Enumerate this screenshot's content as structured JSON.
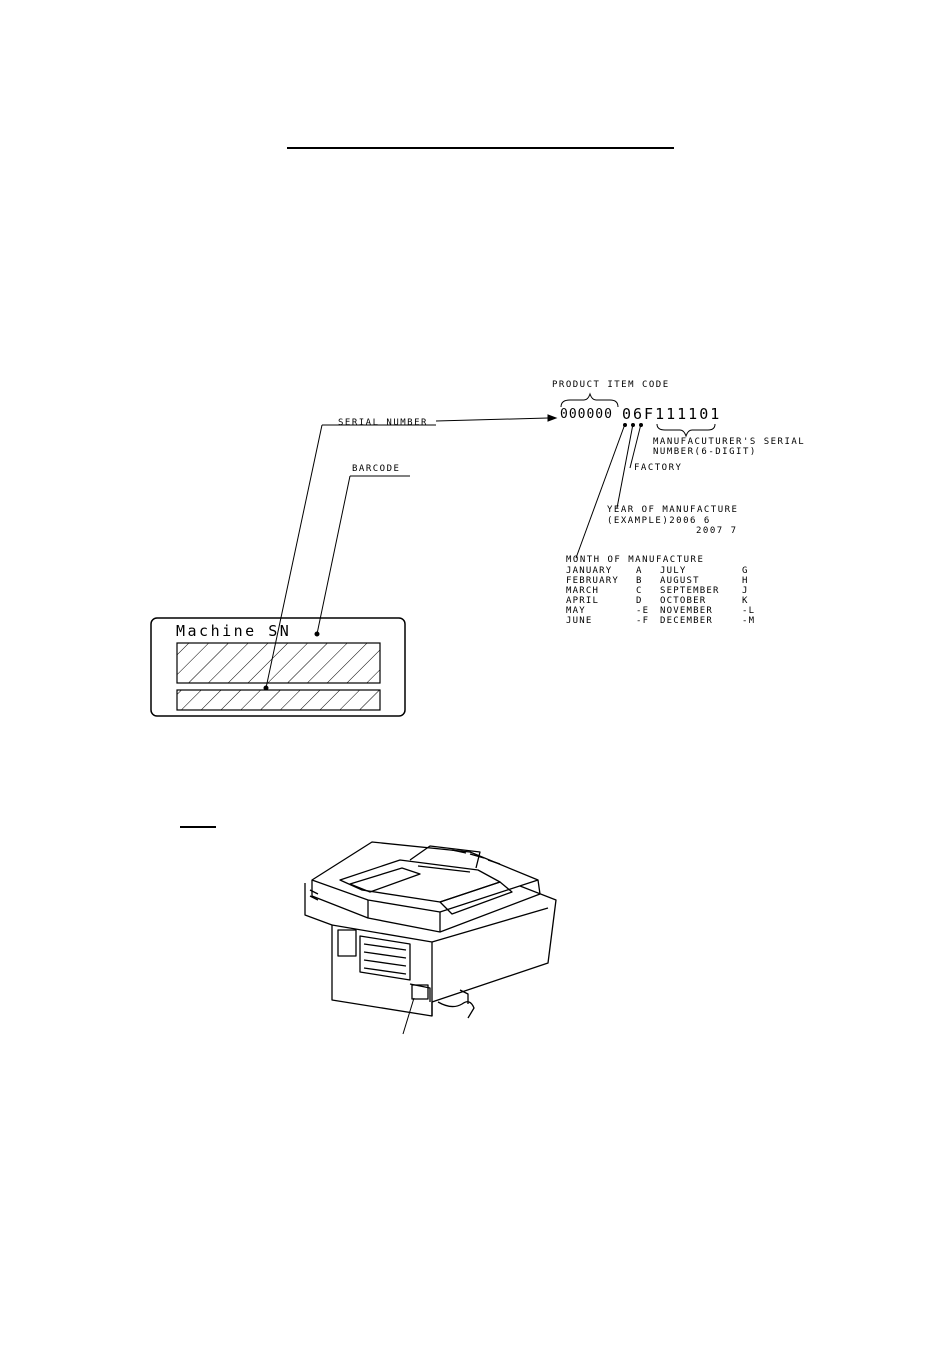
{
  "diagram": {
    "product_item_code_label": "PRODUCT ITEM CODE",
    "serial_number_label": "SERIAL NUMBER",
    "barcode_label": "BARCODE",
    "code_prefix": "000000",
    "code_suffix": "06F111101",
    "manufacturer_serial_label_line1": "MANUFACUTURER'S SERIAL",
    "manufacturer_serial_label_line2": "NUMBER(6-DIGIT)",
    "factory_label": "FACTORY",
    "year_label": "YEAR OF MANUFACTURE",
    "year_example_line1": "(EXAMPLE)2006 6",
    "year_example_line2": "2007 7",
    "month_label": "MONTH OF MANUFACTURE",
    "months": [
      {
        "left_month": "JANUARY",
        "left_code": "A",
        "right_month": "JULY",
        "right_code": "G"
      },
      {
        "left_month": "FEBRUARY",
        "left_code": "B",
        "right_month": "AUGUST",
        "right_code": "H"
      },
      {
        "left_month": "MARCH",
        "left_code": "C",
        "right_month": "SEPTEMBER",
        "right_code": "J"
      },
      {
        "left_month": "APRIL",
        "left_code": "D",
        "right_month": "OCTOBER",
        "right_code": "K"
      },
      {
        "left_month": "MAY",
        "left_code": "-E",
        "right_month": "NOVEMBER",
        "right_code": "-L"
      },
      {
        "left_month": "JUNE",
        "left_code": "-F",
        "right_month": "DECEMBER",
        "right_code": "-M"
      }
    ],
    "machine_sn_label": "Machine SN"
  }
}
